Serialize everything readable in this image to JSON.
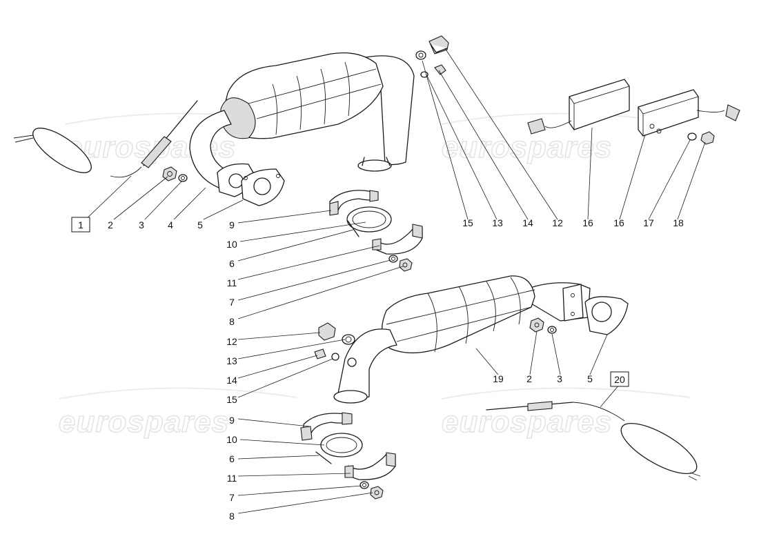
{
  "watermark": "eurospares",
  "callouts": {
    "c1": "1",
    "c2a": "2",
    "c3a": "3",
    "c4": "4",
    "c5a": "5",
    "c9a": "9",
    "c10a": "10",
    "c6a": "6",
    "c11a": "11",
    "c7a": "7",
    "c8a": "8",
    "c15a": "15",
    "c13a": "13",
    "c14a": "14",
    "c12a": "12",
    "c16a": "16",
    "c16b": "16",
    "c17": "17",
    "c18": "18",
    "c12b": "12",
    "c13b": "13",
    "c14b": "14",
    "c15b": "15",
    "c19": "19",
    "c2b": "2",
    "c3b": "3",
    "c5b": "5",
    "c20": "20",
    "c9b": "9",
    "c10b": "10",
    "c6b": "6",
    "c11b": "11",
    "c7b": "7",
    "c8b": "8"
  }
}
